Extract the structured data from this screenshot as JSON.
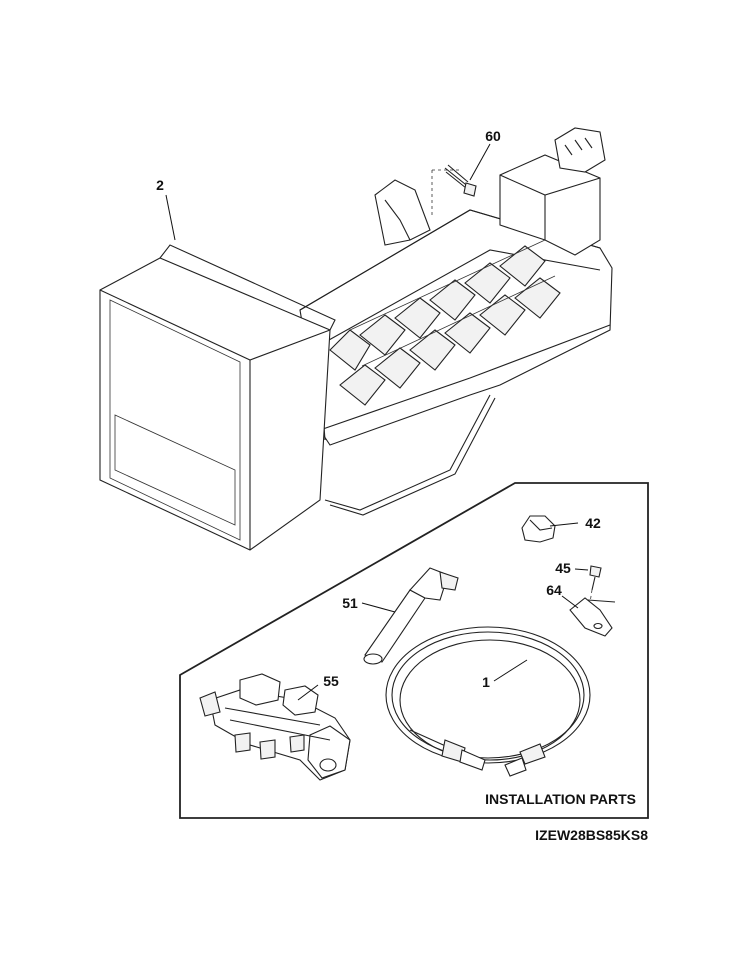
{
  "diagram": {
    "parts": [
      {
        "id": "2",
        "label": "2"
      },
      {
        "id": "60",
        "label": "60"
      },
      {
        "id": "42",
        "label": "42"
      },
      {
        "id": "45",
        "label": "45"
      },
      {
        "id": "64",
        "label": "64"
      },
      {
        "id": "51",
        "label": "51"
      },
      {
        "id": "55",
        "label": "55"
      },
      {
        "id": "1",
        "label": "1"
      }
    ],
    "installation_box_label": "INSTALLATION PARTS",
    "model_number": "IZEW28BS85KS8"
  }
}
